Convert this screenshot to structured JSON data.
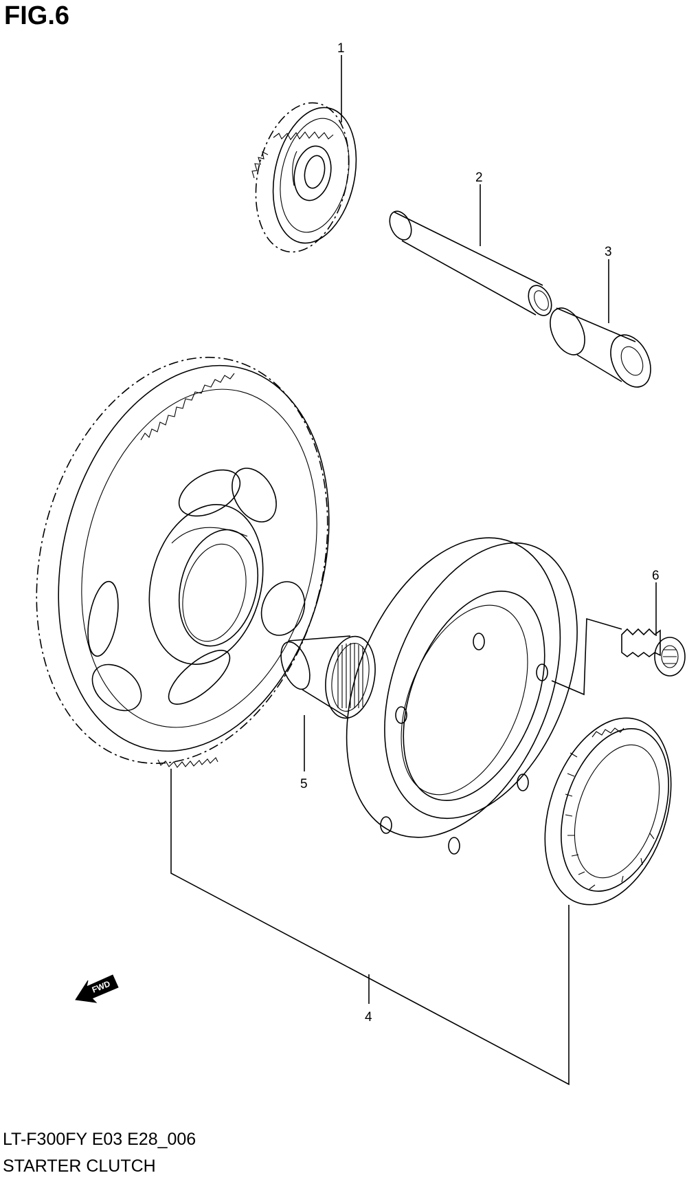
{
  "figure": {
    "title": "FIG.6",
    "model_line": "LT-F300FY E03 E28_006",
    "section_name": "STARTER CLUTCH"
  },
  "callouts": [
    "1",
    "2",
    "3",
    "4",
    "5",
    "6"
  ],
  "direction_arrow": {
    "label": "FWD",
    "icon": "fwd-arrow-icon"
  }
}
